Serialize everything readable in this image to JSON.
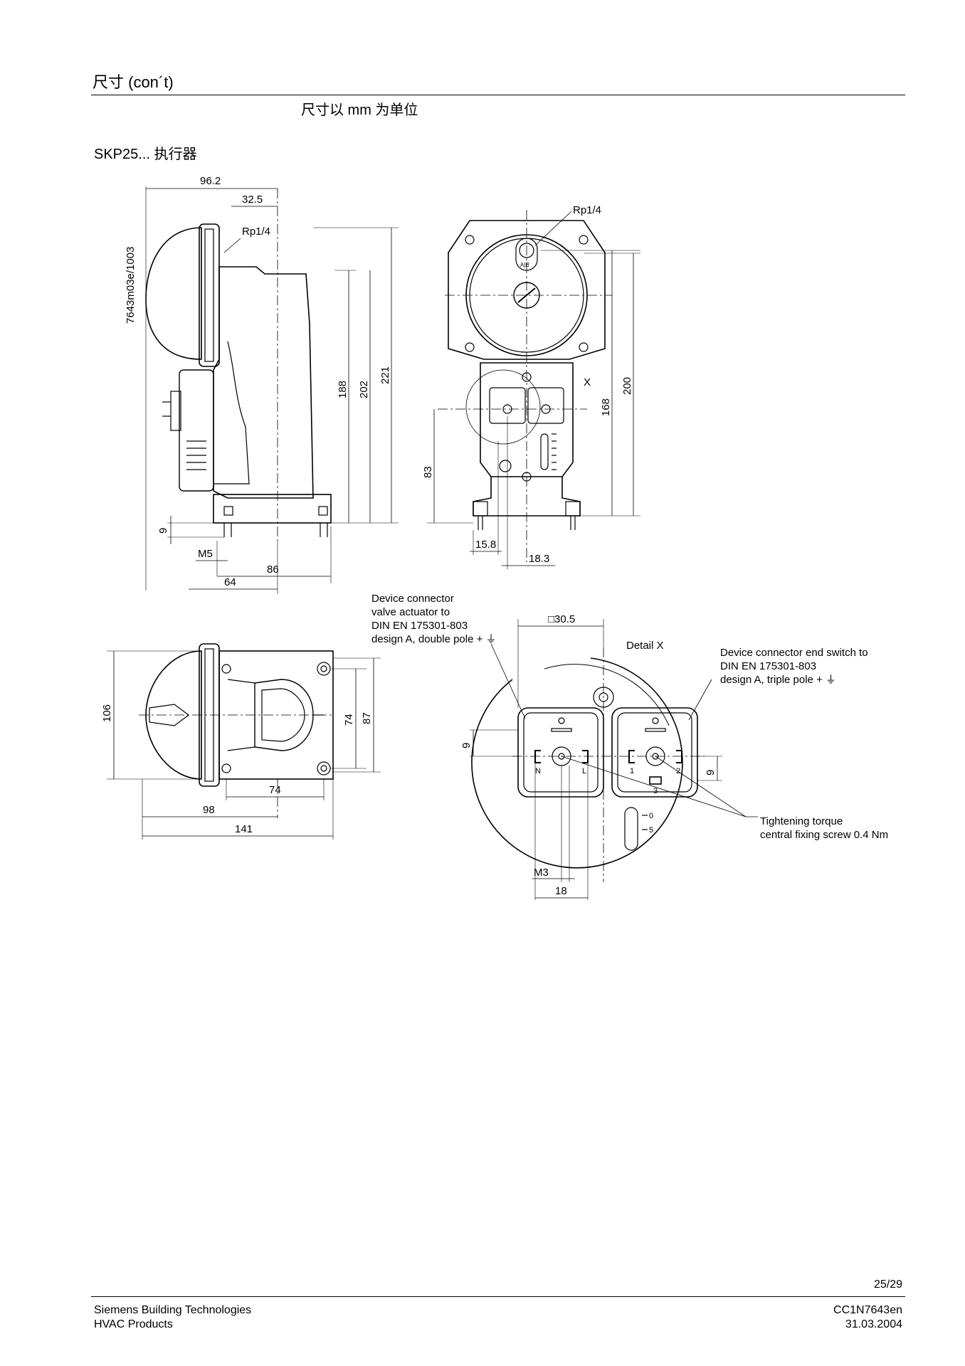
{
  "header": {
    "title": "尺寸 (con´t)",
    "units_note": "尺寸以 mm 为单位"
  },
  "section_title": "SKP25... 执行器",
  "drawing": {
    "drawing_id": "7643m03e/1003",
    "side_view": {
      "d96_2": "96.2",
      "d32_5": "32.5",
      "rp": "Rp1/4",
      "d188": "188",
      "d202": "202",
      "d221": "221",
      "d9": "9",
      "m5": "M5",
      "d86": "86",
      "d64": "64"
    },
    "front_view": {
      "rp": "Rp1/4",
      "x_label": "X",
      "d168": "168",
      "d200": "200",
      "d83": "83",
      "d15_8": "15.8",
      "d18_3": "18.3",
      "plate_text": "A|B"
    },
    "top_view": {
      "d106": "106",
      "d74_v": "74",
      "d87": "87",
      "d74_h": "74",
      "d98": "98",
      "d141": "141"
    },
    "detail_view": {
      "label_left_1": "Device connector",
      "label_left_2": "valve actuator to",
      "label_left_3": "DIN EN 175301-803",
      "label_left_4": "design A, double pole + ⏚",
      "d30_5": "□30.5",
      "detail_x": "Detail X",
      "label_right_1": "Device connector end switch to",
      "label_right_2": "DIN EN 175301-803",
      "label_right_3": "design A, triple pole + ⏚",
      "d9_left": "9",
      "d9_right": "9",
      "pin_n": "N",
      "pin_l": "L",
      "pin_1": "1",
      "pin_2": "2",
      "pin_3": "3",
      "torque_1": "Tightening torque",
      "torque_2": "central fixing screw 0.4 Nm",
      "m3": "M3",
      "d18": "18",
      "scale_0": "0",
      "scale_5": "5"
    }
  },
  "footer": {
    "page": "25/29",
    "company": "Siemens Building Technologies",
    "division": "HVAC Products",
    "doc_id": "CC1N7643en",
    "date": "31.03.2004"
  }
}
